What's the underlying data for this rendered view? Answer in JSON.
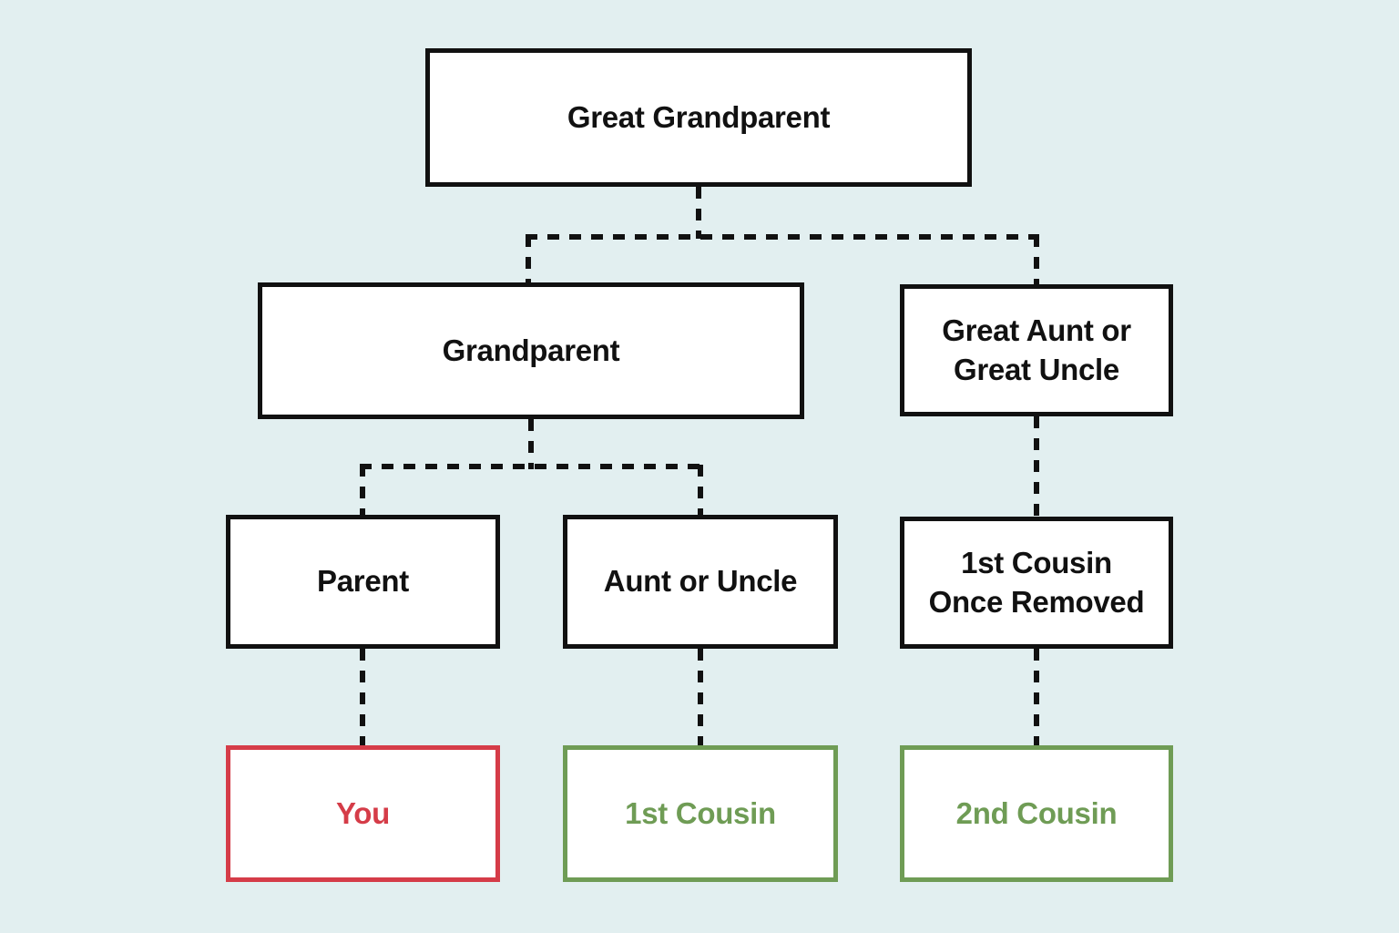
{
  "diagram": {
    "type": "family-tree",
    "background_color": "#e2eff0",
    "colors": {
      "default_border": "#111111",
      "default_text": "#111111",
      "connector": "#111111",
      "you_highlight": "#d53c48",
      "cousin_highlight": "#6f9c55"
    },
    "nodes": {
      "great_grandparent": {
        "label": "Great Grandparent"
      },
      "grandparent": {
        "label": "Grandparent"
      },
      "great_aunt_uncle": {
        "label": "Great Aunt or\nGreat Uncle"
      },
      "parent": {
        "label": "Parent"
      },
      "aunt_uncle": {
        "label": "Aunt or Uncle"
      },
      "first_cousin_once_removed": {
        "label": "1st Cousin\nOnce Removed"
      },
      "you": {
        "label": "You"
      },
      "first_cousin": {
        "label": "1st Cousin"
      },
      "second_cousin": {
        "label": "2nd Cousin"
      }
    },
    "edges": [
      {
        "from": "Great Grandparent",
        "to": "Grandparent"
      },
      {
        "from": "Great Grandparent",
        "to": "Great Aunt or Great Uncle"
      },
      {
        "from": "Grandparent",
        "to": "Parent"
      },
      {
        "from": "Grandparent",
        "to": "Aunt or Uncle"
      },
      {
        "from": "Great Aunt or Great Uncle",
        "to": "1st Cousin Once Removed"
      },
      {
        "from": "Parent",
        "to": "You"
      },
      {
        "from": "Aunt or Uncle",
        "to": "1st Cousin"
      },
      {
        "from": "1st Cousin Once Removed",
        "to": "2nd Cousin"
      }
    ]
  }
}
